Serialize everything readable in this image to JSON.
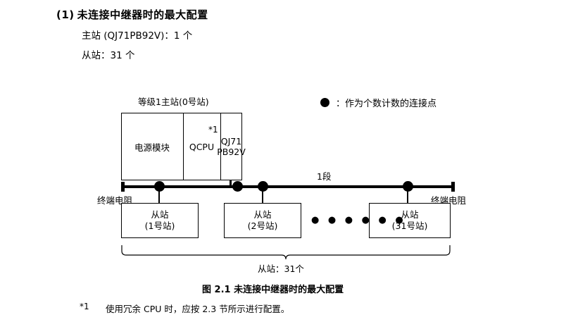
{
  "heading": {
    "number": "(1)",
    "title": "未连接中继器时的最大配置"
  },
  "spec_lines": {
    "master": "主站 (QJ71PB92V)：1 个",
    "slave": "从站：31 个"
  },
  "legend": {
    "symbol": "filled-circle",
    "text": "：作为个数计数的连接点"
  },
  "diagram": {
    "master_label": "等级1主站(0号站)",
    "master_unit": {
      "power_module": "电源模块",
      "cpu": "QCPU",
      "network_module": "QJ71\nPB92V",
      "network_module_line1": "QJ71",
      "network_module_line2": "PB92V",
      "footnote_mark": "*1"
    },
    "segment_label": "1段",
    "terminator_left": "终端电阻",
    "terminator_right": "终端电阻",
    "slaves": [
      {
        "title": "从站",
        "station": "(1号站)"
      },
      {
        "title": "从站",
        "station": "(2号站)"
      },
      {
        "title": "从站",
        "station": "(31号站)"
      }
    ],
    "ellipsis": "● ● ● ● ● ●",
    "brace_label": "从站：31个"
  },
  "figure_caption": "图 2.1  未连接中继器时的最大配置",
  "footnote": {
    "mark": "*1",
    "text": "使用冗余 CPU 时，应按 2.3 节所示进行配置。"
  },
  "colors": {
    "ink": "#000000",
    "background": "#ffffff"
  }
}
